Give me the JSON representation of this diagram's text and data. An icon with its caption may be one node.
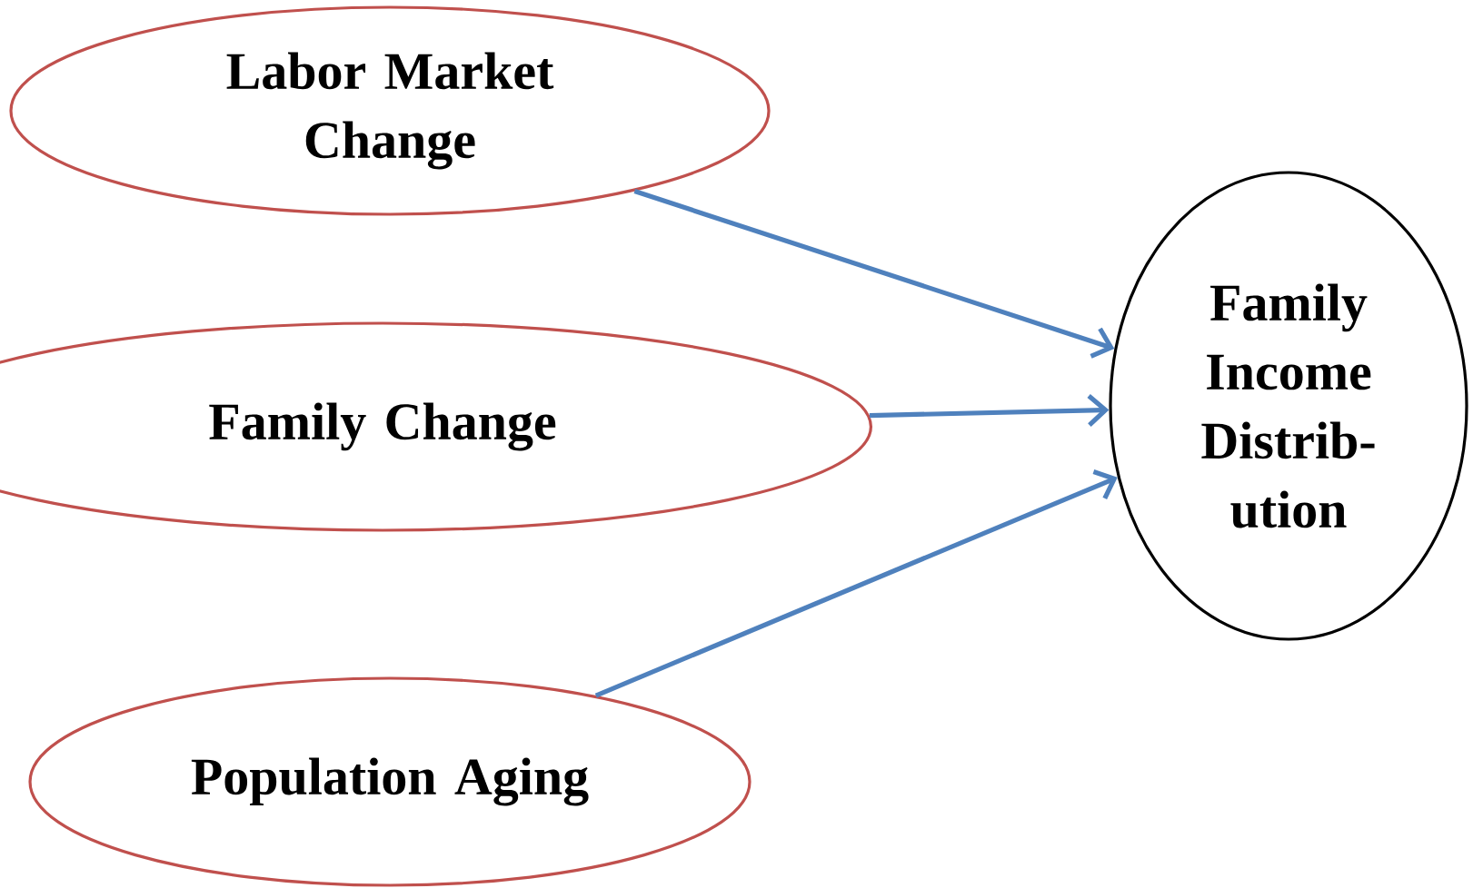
{
  "diagram": {
    "nodes": [
      {
        "text": [
          "Labor Market Change"
        ]
      },
      {
        "text": [
          "Family Change"
        ]
      },
      {
        "text": [
          "Population Aging"
        ]
      },
      {
        "text": [
          "Family Income Distrib- ution"
        ]
      }
    ],
    "edges": [
      {
        "from": 0,
        "to": 3,
        "arrow": "to"
      },
      {
        "from": 1,
        "to": 3,
        "arrow": "to"
      },
      {
        "from": 2,
        "to": 3,
        "arrow": "to"
      }
    ]
  }
}
